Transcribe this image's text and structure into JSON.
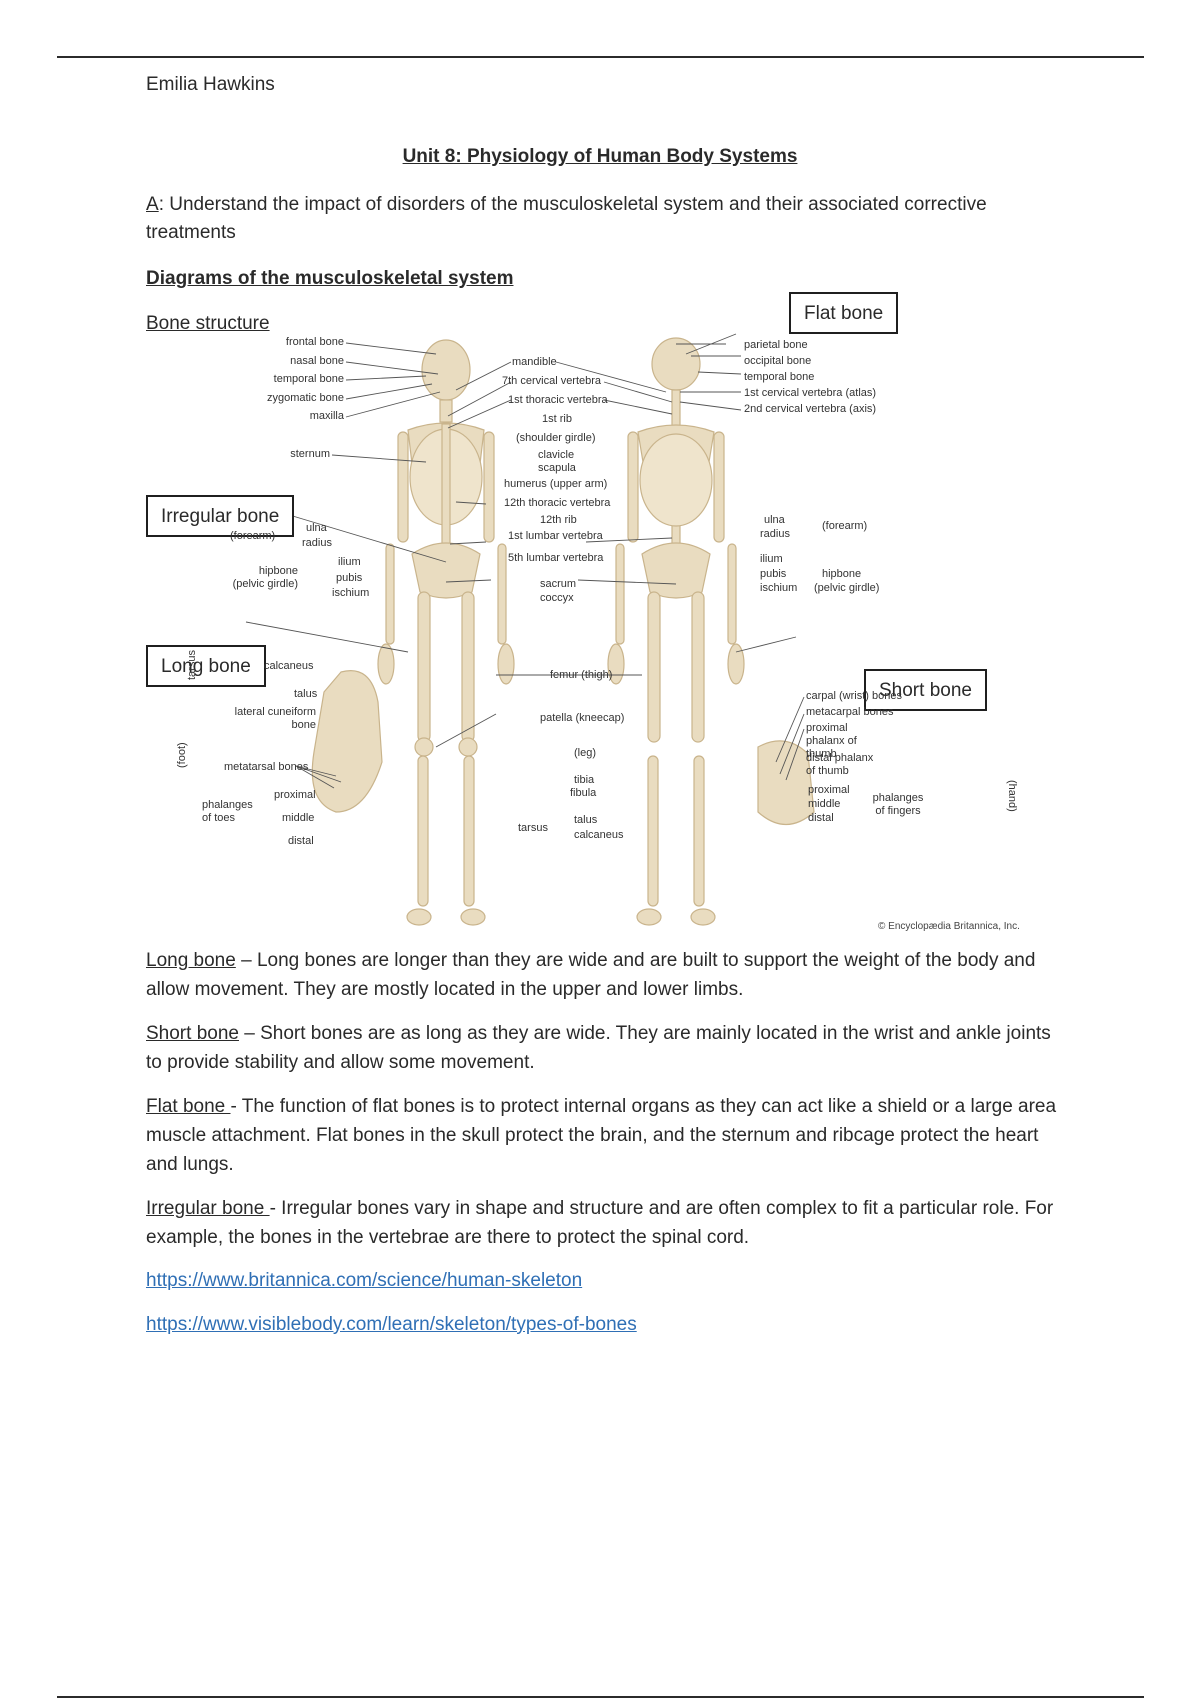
{
  "header": {
    "author": "Emilia Hawkins"
  },
  "title": "Unit 8: Physiology of Human Body Systems",
  "objective": {
    "letter": "A",
    "text": ": Understand the impact of disorders of the musculoskeletal system and their associated corrective treatments"
  },
  "section_heading": "Diagrams of the musculoskeletal system",
  "sub_heading": "Bone structure",
  "figure": {
    "callouts": {
      "flat": "Flat bone",
      "irregular": "Irregular bone",
      "long": "Long bone",
      "short": "Short bone"
    },
    "labels": {
      "frontal": "frontal bone",
      "nasal": "nasal bone",
      "temporal_l": "temporal bone",
      "zygomatic": "zygomatic bone",
      "maxilla": "maxilla",
      "sternum": "sternum",
      "forearm_l": "(forearm)",
      "ulna_l": "ulna",
      "radius_l": "radius",
      "hipbone_l": "hipbone",
      "pelvic_l": "(pelvic girdle)",
      "ilium_l": "ilium",
      "pubis_l": "pubis",
      "ischium_l": "ischium",
      "mandible": "mandible",
      "cervical7": "7th cervical vertebra",
      "thoracic1": "1st thoracic vertebra",
      "rib1": "1st rib",
      "shoulder": "(shoulder girdle)",
      "clavicle": "clavicle",
      "scapula": "scapula",
      "humerus": "humerus (upper arm)",
      "thoracic12": "12th thoracic vertebra",
      "rib12": "12th rib",
      "lumbar1": "1st lumbar vertebra",
      "lumbar5": "5th lumbar vertebra",
      "sacrum": "sacrum",
      "coccyx": "coccyx",
      "parietal": "parietal bone",
      "occipital": "occipital bone",
      "temporal_r": "temporal bone",
      "atlas": "1st cervical vertebra (atlas)",
      "axis": "2nd cervical vertebra (axis)",
      "ulna_r": "ulna",
      "radius_r": "radius",
      "forearm_r": "(forearm)",
      "ilium_r": "ilium",
      "pubis_r": "pubis",
      "ischium_r": "ischium",
      "hipbone_r": "hipbone",
      "pelvic_r": "(pelvic girdle)",
      "calcaneus_f": "calcaneus",
      "talus_f": "talus",
      "lateral_cuneiform": "lateral cuneiform bone",
      "tarsus_v": "tarsus",
      "foot_v": "(foot)",
      "metatarsal": "metatarsal bones",
      "phal_toes": "phalanges of toes",
      "proximal_t": "proximal",
      "middle_t": "middle",
      "distal_t": "distal",
      "femur": "femur (thigh)",
      "patella": "patella (kneecap)",
      "leg": "(leg)",
      "tibia": "tibia",
      "fibula": "fibula",
      "tarsus_c": "tarsus",
      "talus_c": "talus",
      "calcaneus_c": "calcaneus",
      "carpal": "carpal (wrist) bones",
      "metacarpal": "metacarpal bones",
      "prox_thumb": "proximal phalanx of thumb",
      "dist_thumb": "distal phalanx of thumb",
      "proximal_h": "proximal",
      "middle_h": "middle",
      "distal_h": "distal",
      "phal_fingers": "phalanges of fingers",
      "hand_v": "(hand)"
    },
    "copyright": "© Encyclopædia Britannica, Inc."
  },
  "definitions": [
    {
      "term": "Long bone",
      "text": " – Long bones are longer than they are wide and are built to support the weight of the body and allow movement.  They are mostly located in the upper and lower limbs."
    },
    {
      "term": "Short bone",
      "text": " – Short bones are as long as they are wide. They are mainly located in the wrist and ankle joints to provide stability and allow some movement."
    },
    {
      "term": "Flat bone ",
      "text": " - The function of flat bones is to protect internal organs as they can act like a shield or a large area muscle attachment. Flat bones in the skull protect the brain, and the sternum and ribcage protect the heart and lungs."
    },
    {
      "term": "Irregular bone ",
      "text": " - Irregular bones vary in shape and structure and are often complex to fit a particular role. For example, the bones in the vertebrae are there to protect the spinal cord."
    }
  ],
  "links": [
    "https://www.britannica.com/science/human-skeleton",
    "https://www.visiblebody.com/learn/skeleton/types-of-bones"
  ],
  "colors": {
    "bone": "#e9dcc0",
    "bone_shade": "#c9b48c",
    "link": "#2f6fb5"
  }
}
